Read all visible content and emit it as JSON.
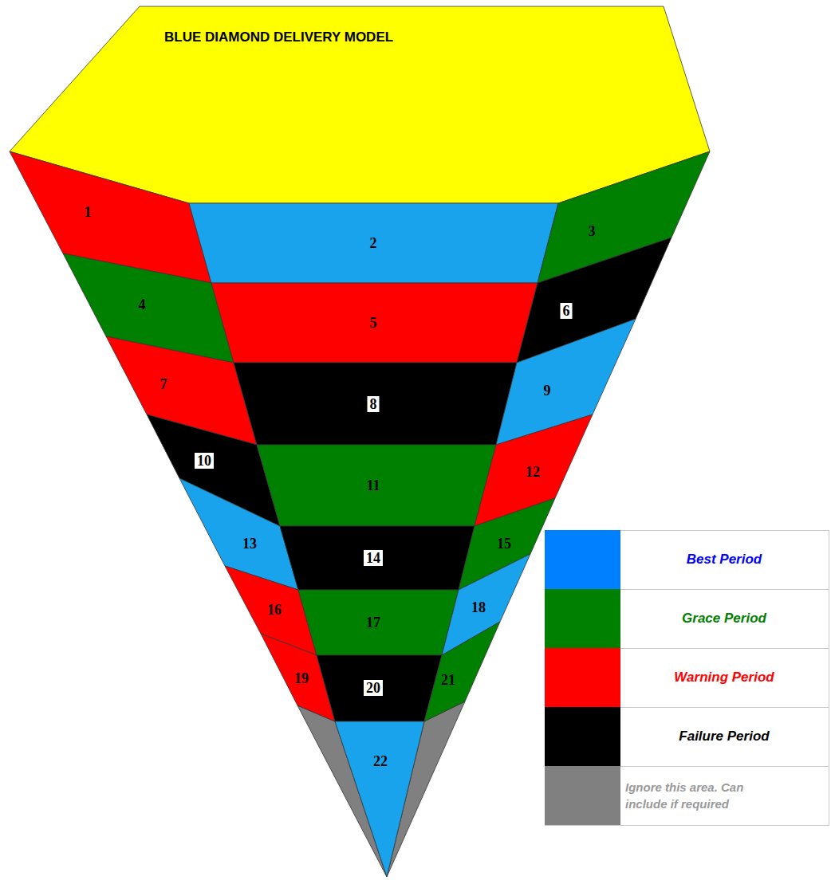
{
  "diagram": {
    "nodes": [
      {
        "text": [
          "BLUE DIAMOND DELIVERY MODEL"
        ]
      },
      {
        "text": [
          "1"
        ]
      },
      {
        "text": [
          "2"
        ]
      },
      {
        "text": [
          "3"
        ]
      },
      {
        "text": [
          "4"
        ]
      },
      {
        "text": [
          "5"
        ]
      },
      {
        "text": [
          "6"
        ]
      },
      {
        "text": [
          "7"
        ]
      },
      {
        "text": [
          "8"
        ]
      },
      {
        "text": [
          "9"
        ]
      },
      {
        "text": [
          "10"
        ]
      },
      {
        "text": [
          "11"
        ]
      },
      {
        "text": [
          "12"
        ]
      },
      {
        "text": [
          "13"
        ]
      },
      {
        "text": [
          "14"
        ]
      },
      {
        "text": [
          "15"
        ]
      },
      {
        "text": [
          "16"
        ]
      },
      {
        "text": [
          "17"
        ]
      },
      {
        "text": [
          "18"
        ]
      },
      {
        "text": [
          "19"
        ]
      },
      {
        "text": [
          "20"
        ]
      },
      {
        "text": [
          "21"
        ]
      },
      {
        "text": [
          "22"
        ]
      }
    ],
    "legend": [
      {
        "text": "Best Period",
        "color": "#0080ff"
      },
      {
        "text": "Grace Period",
        "color": "#008000"
      },
      {
        "text": "Warning Period",
        "color": "#ff0000"
      },
      {
        "text": "Failure Period",
        "color": "#000000"
      },
      {
        "text": "Ignore this area. Can include if required",
        "color": "#808080"
      }
    ]
  }
}
